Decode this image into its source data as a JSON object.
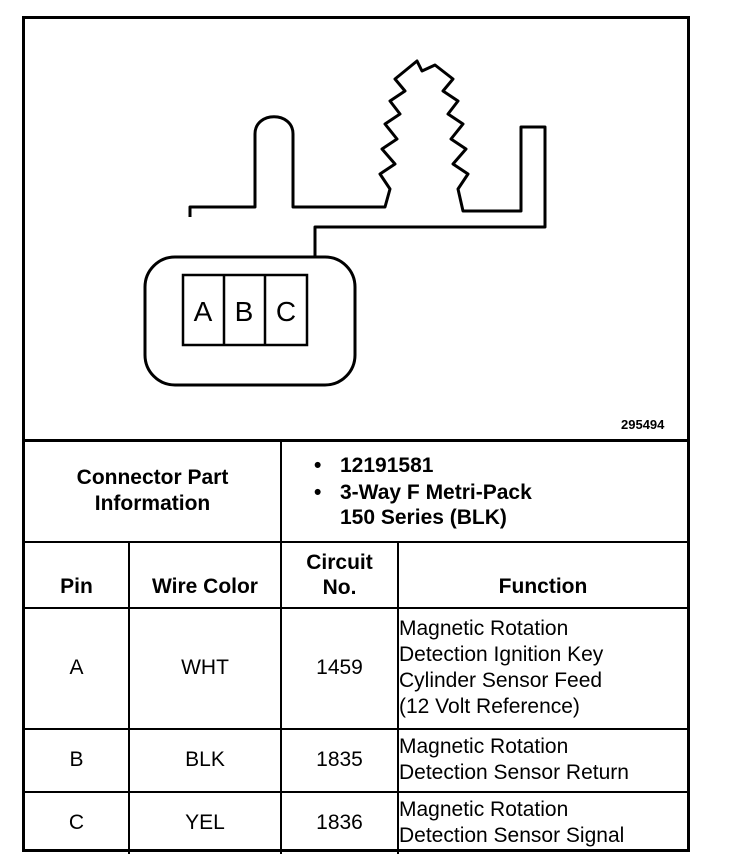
{
  "figure": {
    "id": "295494",
    "cavities": [
      "A",
      "B",
      "C"
    ]
  },
  "connector_info": {
    "label_line1": "Connector Part",
    "label_line2": "Information",
    "part_number": "12191581",
    "description_line1": "3-Way F Metri-Pack",
    "description_line2": "150 Series (BLK)"
  },
  "table": {
    "headers": {
      "pin": "Pin",
      "wire_color": "Wire Color",
      "circuit_line1": "Circuit",
      "circuit_line2": "No.",
      "function": "Function"
    },
    "rows": [
      {
        "pin": "A",
        "wire_color": "WHT",
        "circuit": "1459",
        "function_lines": [
          "Magnetic Rotation",
          "Detection Ignition Key",
          "Cylinder Sensor Feed",
          "(12 Volt Reference)"
        ]
      },
      {
        "pin": "B",
        "wire_color": "BLK",
        "circuit": "1835",
        "function_lines": [
          "Magnetic Rotation",
          "Detection Sensor Return"
        ]
      },
      {
        "pin": "C",
        "wire_color": "YEL",
        "circuit": "1836",
        "function_lines": [
          "Magnetic Rotation",
          "Detection Sensor Signal"
        ]
      }
    ]
  }
}
